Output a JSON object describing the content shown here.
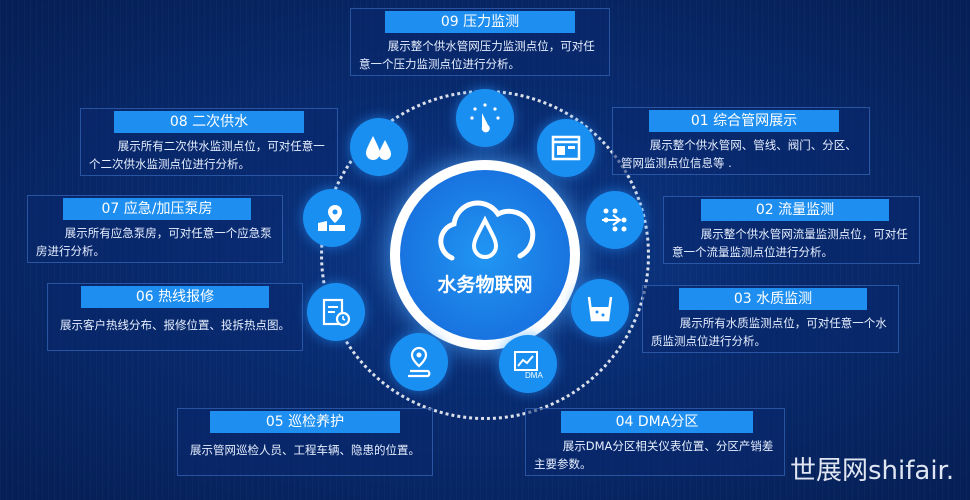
{
  "center": {
    "title": "水务物联网",
    "icon": "cloud-water-drop-icon"
  },
  "modules": [
    {
      "id": "01",
      "title": "01  综合管网展示",
      "desc": "展示整个供水管网、管线、阀门、分区、管网监测点位信息等 .",
      "icon": "browser-window-icon"
    },
    {
      "id": "02",
      "title": "02  流量监测",
      "desc": "展示整个供水管网流量监测点位，可对任意一个流量监测点位进行分析。",
      "icon": "flow-arrows-icon"
    },
    {
      "id": "03",
      "title": "03  水质监测",
      "desc": "展示所有水质监测点位，可对任意一个水质监测点位进行分析。",
      "icon": "beaker-icon"
    },
    {
      "id": "04",
      "title": "04  DMA分区",
      "desc": "展示DMA分区相关仪表位置、分区产销差主要参数。",
      "icon": "dma-chart-icon",
      "icon_label": "DMA"
    },
    {
      "id": "05",
      "title": "05  巡检养护",
      "desc": "展示管网巡检人员、工程车辆、隐患的位置。",
      "icon": "route-pin-icon"
    },
    {
      "id": "06",
      "title": "06  热线报修",
      "desc": "展示客户热线分布、报修位置、投拆热点图。",
      "icon": "clipboard-clock-icon"
    },
    {
      "id": "07",
      "title": "07  应急/加压泵房",
      "desc": "展示所有应急泵房，可对任意一个应急泵房进行分析。",
      "icon": "map-pin-icon"
    },
    {
      "id": "08",
      "title": "08  二次供水",
      "desc": "展示所有二次供水监测点位，可对任意一个二次供水监测点位进行分析。",
      "icon": "water-drops-icon"
    },
    {
      "id": "09",
      "title": "09  压力监测",
      "desc": "展示整个供水管网压力监测点位，可对任意一个压力监测点位进行分析。",
      "icon": "pressure-gauge-icon"
    }
  ],
  "watermark": "世展网shifair.",
  "colors": {
    "accent": "#1e8ff0",
    "background": "#082a6e"
  }
}
